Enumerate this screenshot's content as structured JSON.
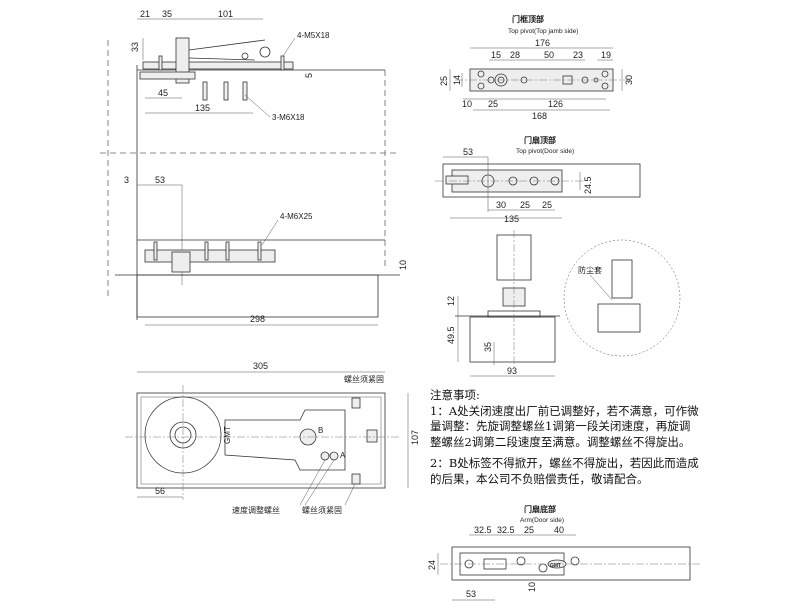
{
  "elevation": {
    "dims_top": [
      "21",
      "35",
      "101",
      "33",
      "45",
      "135",
      "5"
    ],
    "screw_top_frame": "4-M5X18",
    "screw_top_door": "3-M6X18",
    "dims_bottom": [
      "3",
      "53",
      "10",
      "298"
    ],
    "screw_bottom": "4-M6X25"
  },
  "plan": {
    "dims": [
      "305",
      "107",
      "56"
    ],
    "label_fasten_top": "螺丝须紧固",
    "label_speed_screw": "速度调整螺丝",
    "label_fasten_bottom": "螺丝须紧固",
    "logo": "GMT",
    "marker_a": "A",
    "marker_b": "B"
  },
  "top_jamb": {
    "title_cn": "门框顶部",
    "title_en": "Top pivot(Top jamb side)",
    "dims_top": [
      "176",
      "15",
      "28",
      "50",
      "23",
      "19"
    ],
    "dims_side": [
      "25",
      "14",
      "30"
    ],
    "dims_bottom": [
      "10",
      "25",
      "126",
      "168"
    ]
  },
  "top_door": {
    "title_cn": "门扇顶部",
    "title_en": "Top pivot(Door side)",
    "dims": [
      "53",
      "24.5",
      "30",
      "25",
      "25",
      "135"
    ]
  },
  "section": {
    "dims": [
      "12",
      "49.5",
      "35",
      "93"
    ],
    "label_dust_cover": "防尘套"
  },
  "notes": {
    "heading": "注意事项:",
    "item1": "1：A处关闭速度出厂前已调整好，若不满意，可作微量调整：先旋调整螺丝1调第一段关闭速度，再旋调整螺丝2调第二段速度至满意。调整螺丝不得旋出。",
    "item2": "2：B处标签不得掀开，螺丝不得旋出，若因此而造成的后果，本公司不负赔偿责任，敬请配合。"
  },
  "arm": {
    "title_cn": "门扇底部",
    "title_en": "Arm(Door side)",
    "dims": [
      "32.5",
      "32.5",
      "25",
      "40",
      "24",
      "10",
      "53"
    ],
    "logo": "GMT"
  }
}
